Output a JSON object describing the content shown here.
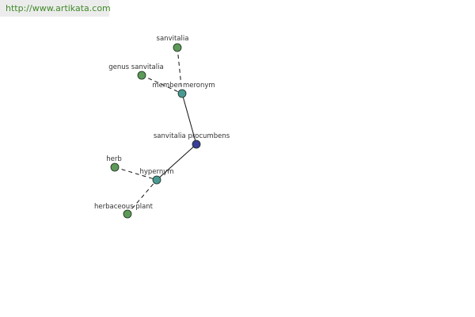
{
  "source": {
    "url": "http://www.artikata.com"
  },
  "colors": {
    "url_text": "#3f8a28",
    "leaf_node": "#5d9a59",
    "relation_node": "#4a9a93",
    "center_node": "#3a3f97",
    "edge": "#111111"
  },
  "graph": {
    "nodes": [
      {
        "id": "sanvitalia",
        "label": "sanvitalia",
        "kind": "leaf"
      },
      {
        "id": "genus-sanvitalia",
        "label": "genus sanvitalia",
        "kind": "leaf"
      },
      {
        "id": "member-meronym",
        "label": "member meronym",
        "kind": "relation"
      },
      {
        "id": "sanvitalia-procumbens",
        "label": "sanvitalia procumbens",
        "kind": "center"
      },
      {
        "id": "herb",
        "label": "herb",
        "kind": "leaf"
      },
      {
        "id": "hypernym",
        "label": "hypernym",
        "kind": "relation"
      },
      {
        "id": "herbaceous-plant",
        "label": "herbaceous plant",
        "kind": "leaf"
      }
    ],
    "edges": [
      {
        "from": "sanvitalia",
        "to": "member-meronym",
        "style": "dashed"
      },
      {
        "from": "genus-sanvitalia",
        "to": "member-meronym",
        "style": "dashed"
      },
      {
        "from": "member-meronym",
        "to": "sanvitalia-procumbens",
        "style": "solid"
      },
      {
        "from": "sanvitalia-procumbens",
        "to": "hypernym",
        "style": "solid"
      },
      {
        "from": "herb",
        "to": "hypernym",
        "style": "dashed"
      },
      {
        "from": "herbaceous-plant",
        "to": "hypernym",
        "style": "dashed"
      }
    ]
  }
}
